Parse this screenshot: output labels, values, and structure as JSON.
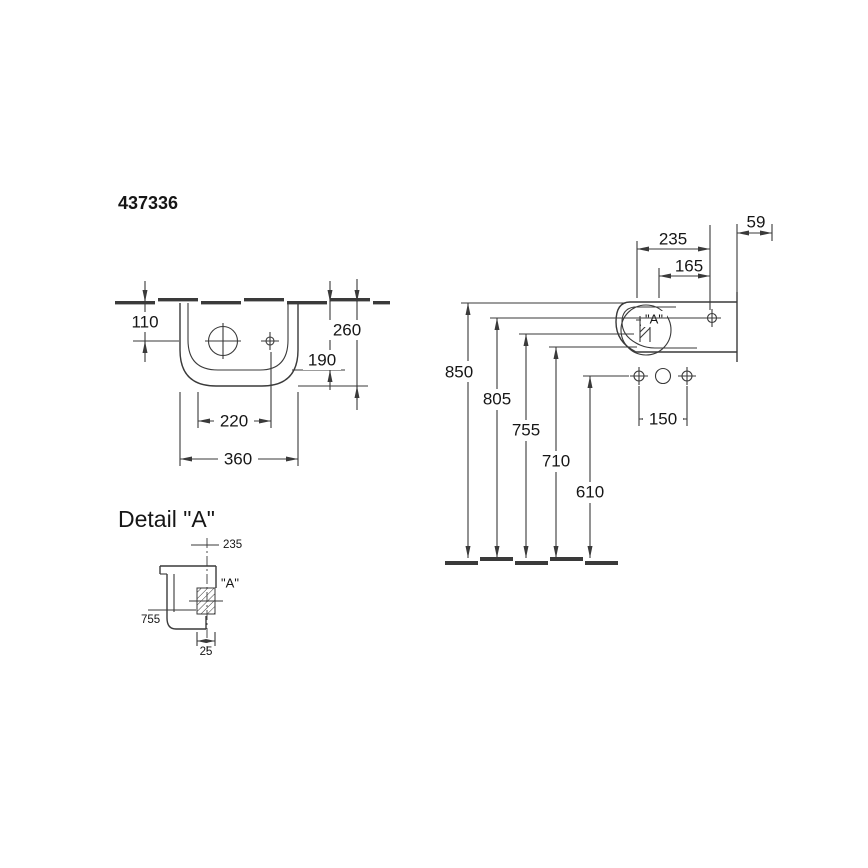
{
  "product_code": "437336",
  "plan_view": {
    "dim_110": "110",
    "dim_260": "260",
    "dim_190": "190",
    "dim_220": "220",
    "dim_360": "360"
  },
  "elevation_view": {
    "dim_235": "235",
    "dim_59": "59",
    "dim_165": "165",
    "dim_850": "850",
    "dim_805": "805",
    "dim_755": "755",
    "dim_710": "710",
    "dim_610": "610",
    "dim_150": "150",
    "detail_label": "\"A\""
  },
  "detail_view": {
    "title": "Detail \"A\"",
    "label": "\"A\"",
    "dim_235": "235",
    "dim_755": "755",
    "dim_25": "25"
  },
  "colors": {
    "line": "#3a3a3a",
    "text": "#161616",
    "bg": "#ffffff"
  }
}
